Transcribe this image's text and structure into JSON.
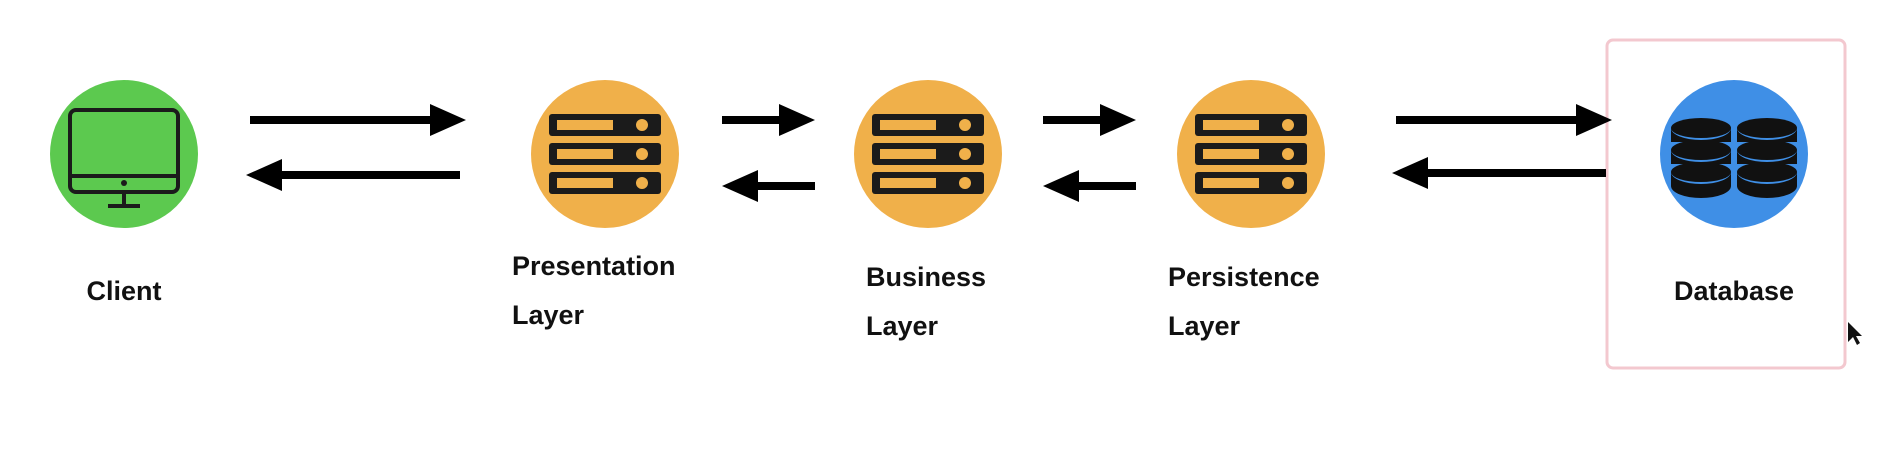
{
  "nodes": {
    "client": {
      "label_lines": [
        "Client"
      ],
      "icon": "monitor-icon",
      "color": "#5cc94f"
    },
    "presentation": {
      "label_lines": [
        "Presentation",
        "Layer"
      ],
      "icon": "server-icon",
      "color": "#f0b04a"
    },
    "business": {
      "label_lines": [
        "Business",
        "Layer"
      ],
      "icon": "server-icon",
      "color": "#f0b04a"
    },
    "persistence": {
      "label_lines": [
        "Persistence",
        "Layer"
      ],
      "icon": "server-icon",
      "color": "#f0b04a"
    },
    "database": {
      "label_lines": [
        "Database"
      ],
      "icon": "database-icon",
      "color": "#3f8fe6",
      "highlighted": true,
      "highlight_color": "#f3c8cf"
    }
  },
  "arrow_color": "#000000"
}
